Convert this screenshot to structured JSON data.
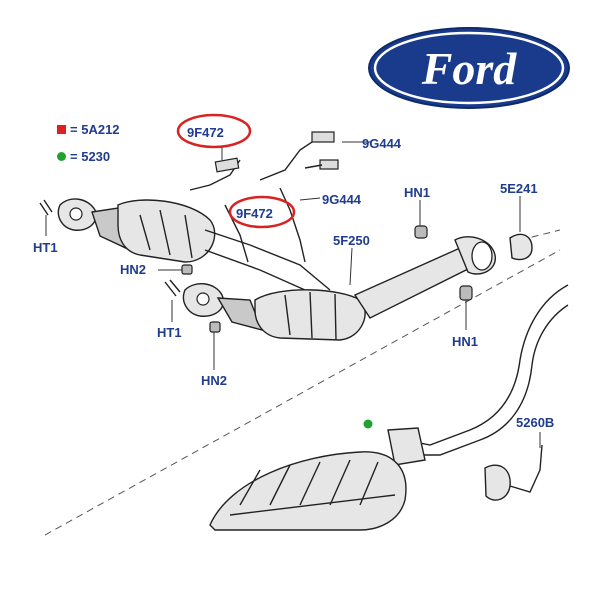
{
  "brand": {
    "name": "Ford",
    "logo_color": "#1a3a8c"
  },
  "legend": [
    {
      "marker": "red-square",
      "color": "#e02020",
      "code": "5A212"
    },
    {
      "marker": "green-dot",
      "color": "#22a030",
      "code": "5230"
    }
  ],
  "callouts": {
    "sensor_upper": "9F472",
    "sensor_lower": "9F472",
    "sensor_cable_upper": "9G444",
    "sensor_cable_lower": "9G444",
    "pipe_main": "5F250",
    "clamp": "5E241",
    "hanger_left": "HN1",
    "hanger_right": "HN1",
    "nut_upper": "HN2",
    "nut_lower": "HN2",
    "stud_left": "HT1",
    "stud_lower": "HT1",
    "bracket": "5260B"
  },
  "highlight_color": "#d92323",
  "label_color": "#1f3c8f"
}
